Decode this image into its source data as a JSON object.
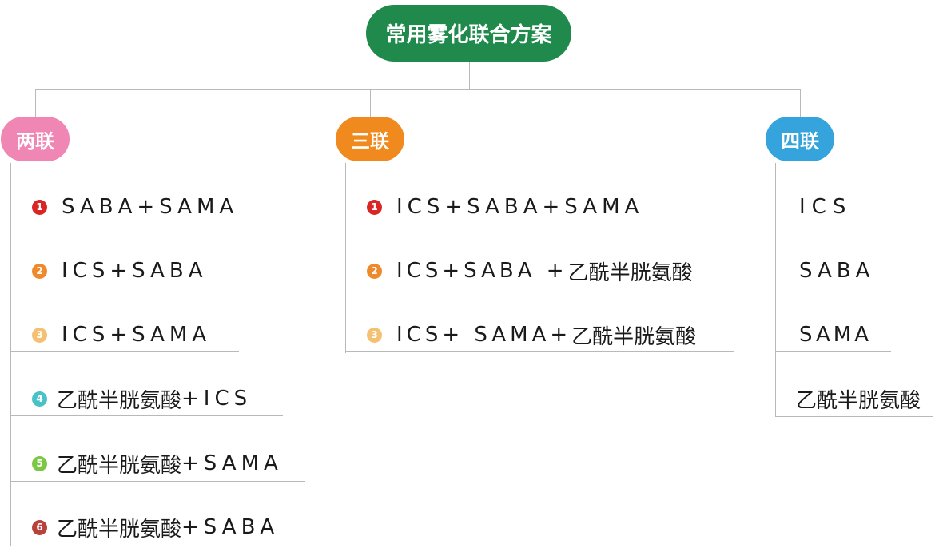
{
  "root": {
    "label": "常用雾化联合方案",
    "color": "#1f8a4c"
  },
  "categories": [
    {
      "label": "两联",
      "color": "#ef86b4",
      "items": [
        {
          "num": "1",
          "color": "#d92525",
          "parts": [
            "",
            "SABA+SAMA"
          ]
        },
        {
          "num": "2",
          "color": "#ef8a2c",
          "parts": [
            "",
            "ICS+SABA"
          ]
        },
        {
          "num": "3",
          "color": "#f4c172",
          "parts": [
            "",
            "ICS+SAMA"
          ]
        },
        {
          "num": "4",
          "color": "#48c2c7",
          "parts": [
            "乙酰半胱氨酸",
            "+ICS"
          ]
        },
        {
          "num": "5",
          "color": "#7bc844",
          "parts": [
            "乙酰半胱氨酸",
            "+SAMA"
          ]
        },
        {
          "num": "6",
          "color": "#b8413c",
          "parts": [
            "乙酰半胱氨酸",
            "+SABA"
          ]
        }
      ]
    },
    {
      "label": "三联",
      "color": "#f08a1e",
      "items": [
        {
          "num": "1",
          "color": "#d92525",
          "parts": [
            "",
            "ICS+SABA+SAMA"
          ]
        },
        {
          "num": "2",
          "color": "#ef8a2c",
          "parts": [
            "",
            "ICS+SABA +",
            "乙酰半胱氨酸"
          ]
        },
        {
          "num": "3",
          "color": "#f4c172",
          "parts": [
            "",
            "ICS+ SAMA+",
            "乙酰半胱氨酸"
          ]
        }
      ]
    },
    {
      "label": "四联",
      "color": "#35a3dc",
      "items": [
        {
          "parts": [
            "",
            "ICS"
          ]
        },
        {
          "parts": [
            "",
            "SABA"
          ]
        },
        {
          "parts": [
            "",
            "SAMA"
          ]
        },
        {
          "parts": [
            "乙酰半胱氨酸"
          ]
        }
      ]
    }
  ]
}
